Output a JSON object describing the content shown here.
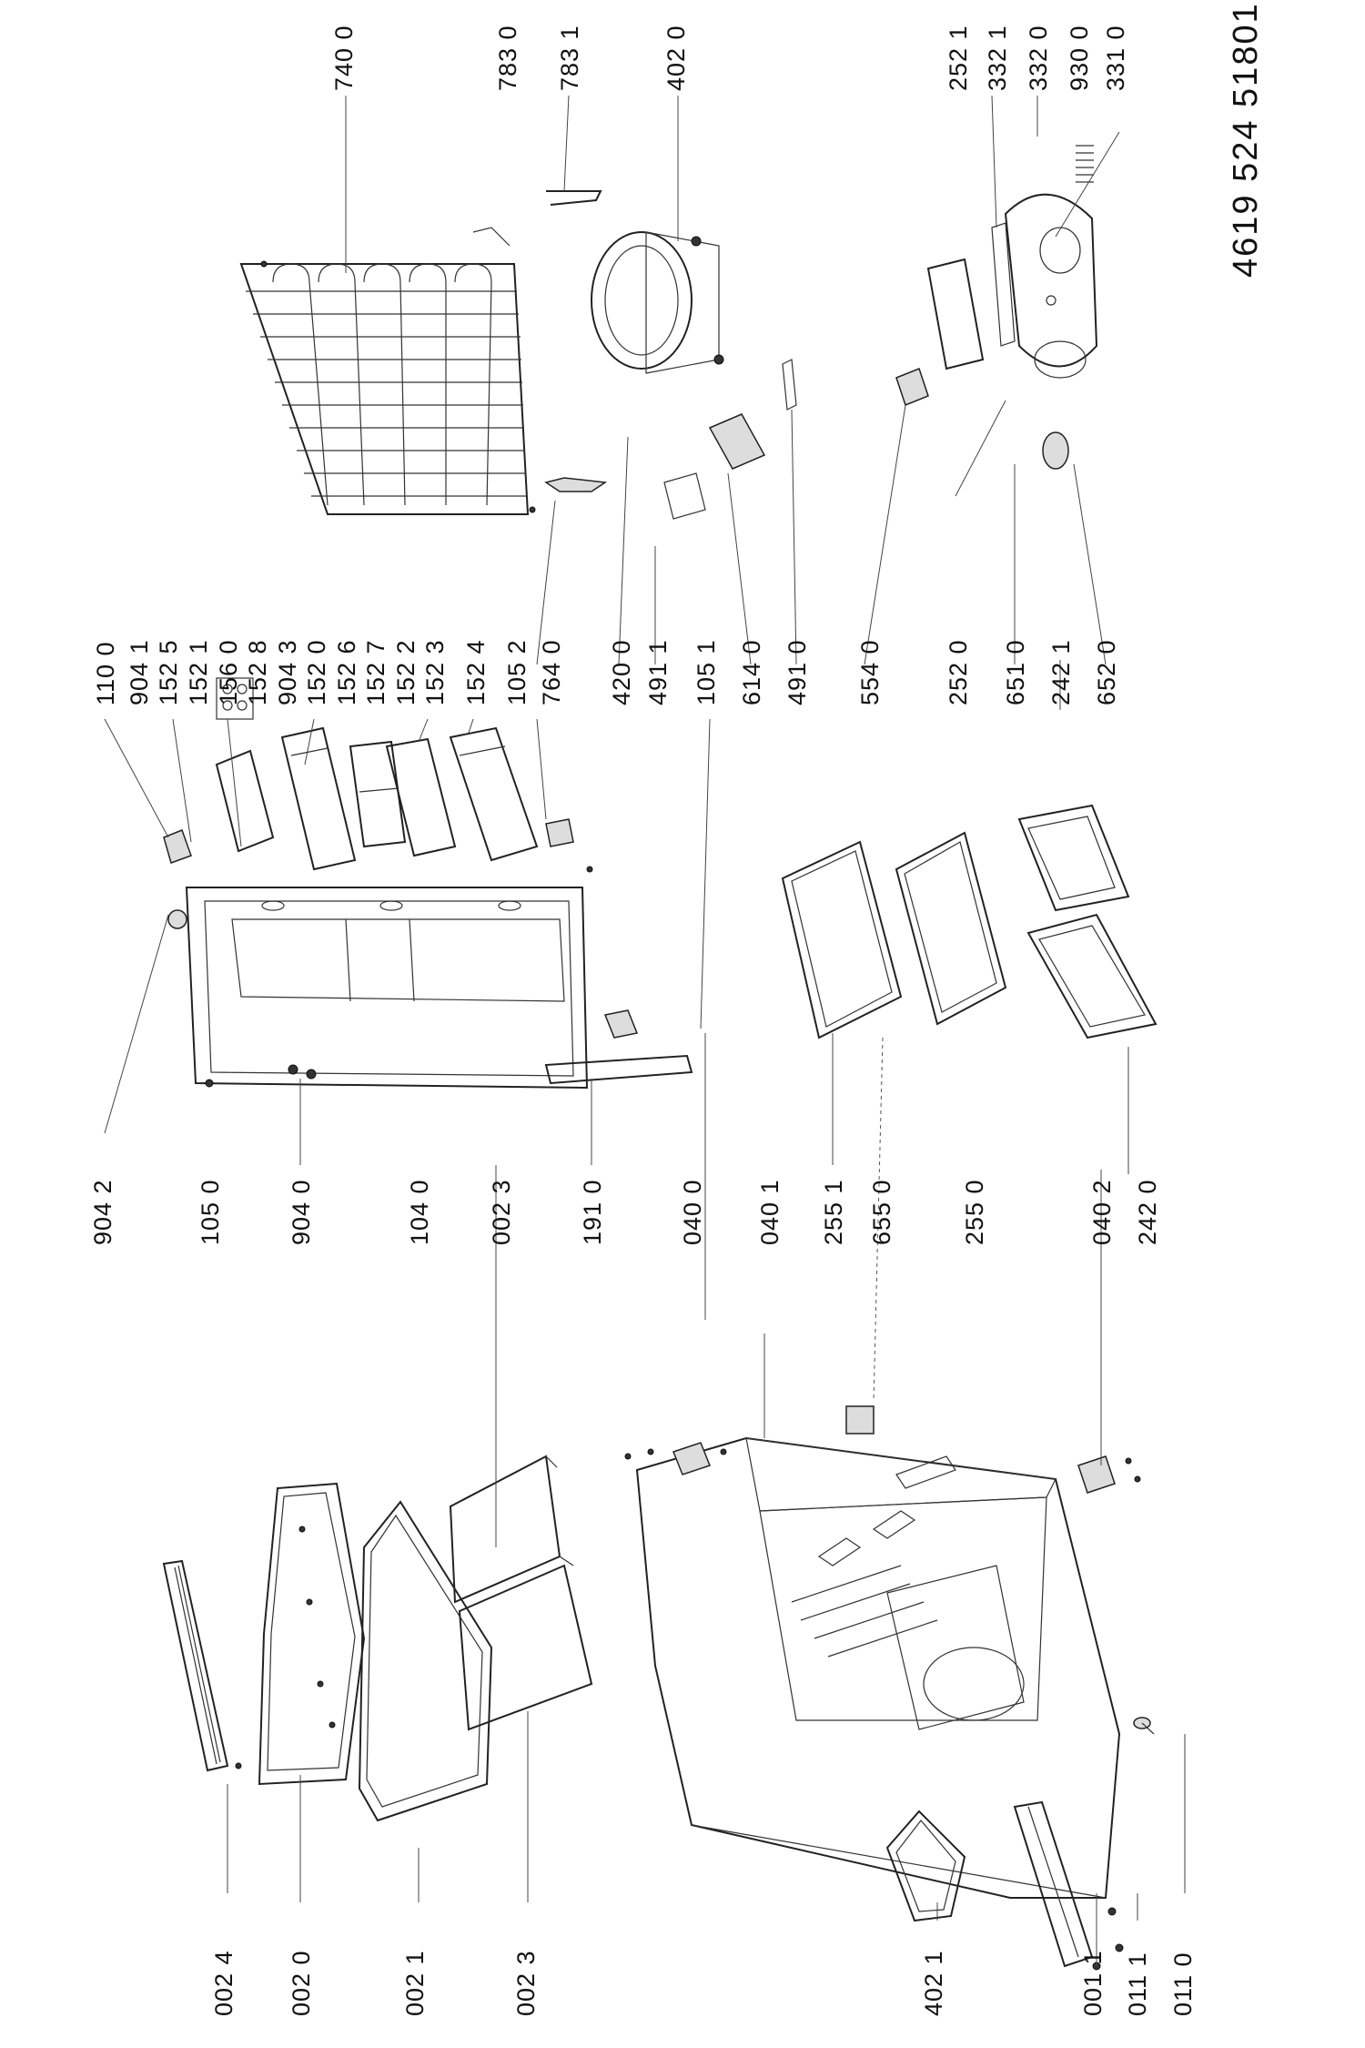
{
  "document_number": "4619 524 51801",
  "labels": {
    "l_0024": "002 4",
    "l_0020": "002 0",
    "l_0021": "002 1",
    "l_0023a": "002 3",
    "l_4021": "402 1",
    "l_0011": "001 1",
    "l_0111": "011 1",
    "l_0110": "011 0",
    "l_9042": "904 2",
    "l_1050": "105 0",
    "l_9040": "904 0",
    "l_1040": "104 0",
    "l_0023b": "002 3",
    "l_1910": "191 0",
    "l_0400": "040 0",
    "l_0401": "040 1",
    "l_2551": "255 1",
    "l_6550": "655 0",
    "l_2550": "255 0",
    "l_0402": "040 2",
    "l_2420": "242 0",
    "l_1100": "110 0",
    "l_9041": "904 1",
    "l_1525": "152 5",
    "l_1521": "152 1",
    "l_1560": "156 0",
    "l_1528": "152 8",
    "l_9043": "904 3",
    "l_1520": "152 0",
    "l_1526": "152 6",
    "l_1527": "152 7",
    "l_1522": "152 2",
    "l_1523": "152 3",
    "l_1524": "152 4",
    "l_1052": "105 2",
    "l_7640": "764 0",
    "l_4200": "420 0",
    "l_4911": "491 1",
    "l_1051": "105 1",
    "l_6140": "614 0",
    "l_4910": "491 0",
    "l_5540": "554 0",
    "l_2520": "252 0",
    "l_6510": "651 0",
    "l_2421": "242 1",
    "l_6520": "652 0",
    "l_7400": "740 0",
    "l_7830": "783 0",
    "l_7831": "783 1",
    "l_4020": "402 0",
    "l_2521": "252 1",
    "l_3321": "332 1",
    "l_3320": "332 0",
    "l_9300": "930 0",
    "l_3310": "331 0"
  }
}
